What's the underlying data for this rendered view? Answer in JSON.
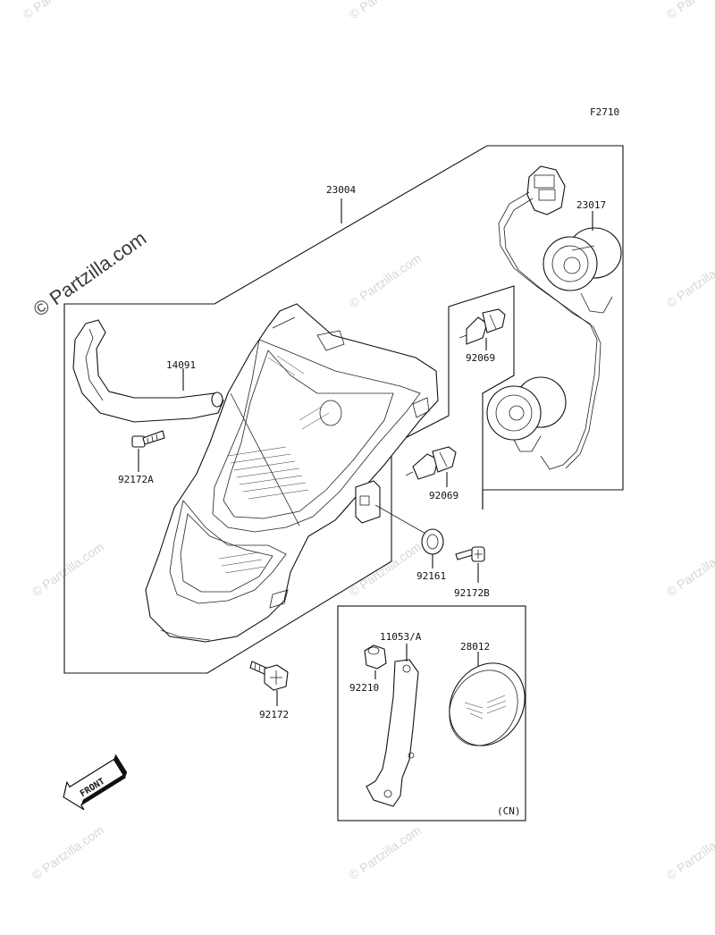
{
  "figure_code": "F2710",
  "watermark": {
    "small": "© Partzilla.com",
    "large": "© Partzilla.com"
  },
  "parts": {
    "headlight_assembly": "23004",
    "socket_wiring": "23017",
    "bracket_14091": "14091",
    "bulb_upper": "92069",
    "bulb_lower": "92069",
    "bolt_92172A": "92172A",
    "damper_92161": "92161",
    "bolt_92172B": "92172B",
    "bolt_92172": "92172",
    "bracket_11053": "11053/A",
    "nut_92210": "92210",
    "reflector_28012": "28012",
    "region_cn": "(CN)"
  },
  "front_arrow": "FRONT"
}
